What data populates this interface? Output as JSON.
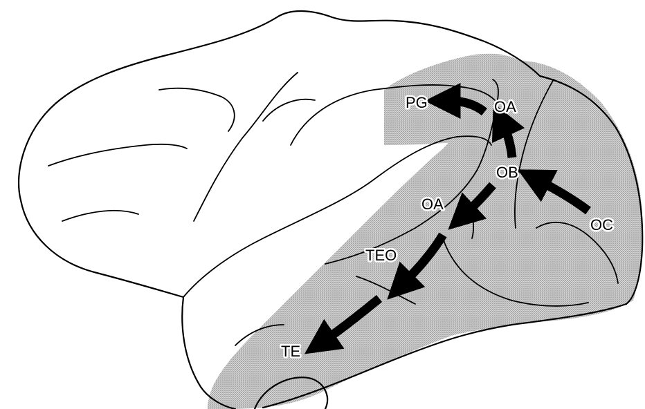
{
  "diagram": {
    "labels": {
      "pg": "PG",
      "oa_upper": "OA",
      "ob": "OB",
      "oa_lower": "OA",
      "oc": "OC",
      "teo": "TEO",
      "te": "TE"
    },
    "colors": {
      "shade": "#c9c9c9",
      "outline": "#000000",
      "background": "#ffffff"
    }
  }
}
